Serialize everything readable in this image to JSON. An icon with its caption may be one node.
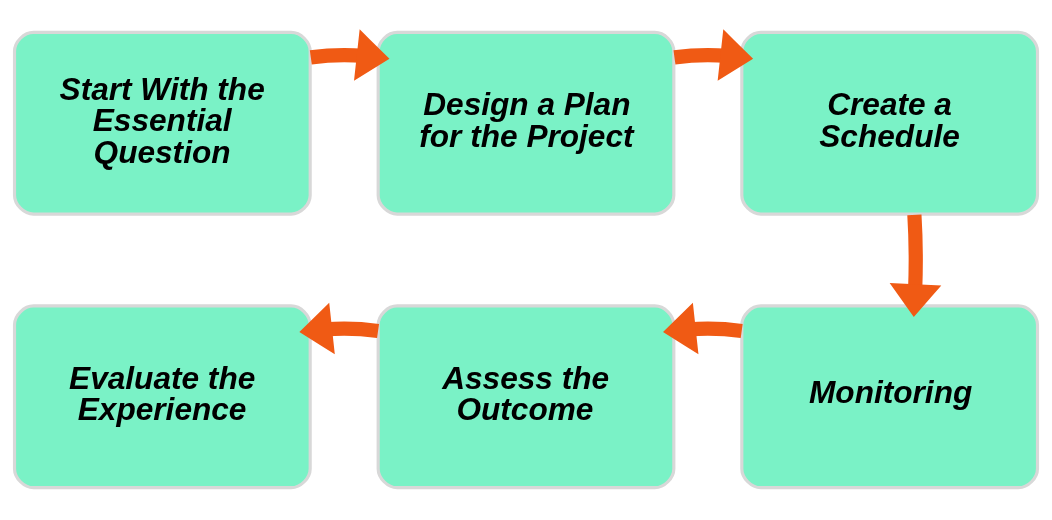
{
  "diagram": {
    "nodes": [
      {
        "text": [
          "Start With the Essential Question"
        ]
      },
      {
        "text": [
          "Design a Plan for the Project"
        ]
      },
      {
        "text": [
          "Create a Schedule"
        ]
      },
      {
        "text": [
          "Monitoring"
        ]
      },
      {
        "text": [
          "Assess the Outcome"
        ]
      },
      {
        "text": [
          "Evaluate the Experience"
        ]
      }
    ],
    "edges": [
      {
        "from": 0,
        "to": 1,
        "arrow": "to"
      },
      {
        "from": 1,
        "to": 2,
        "arrow": "to"
      },
      {
        "from": 2,
        "to": 3,
        "arrow": "to"
      },
      {
        "from": 3,
        "to": 4,
        "arrow": "to"
      },
      {
        "from": 4,
        "to": 5,
        "arrow": "to"
      }
    ]
  }
}
